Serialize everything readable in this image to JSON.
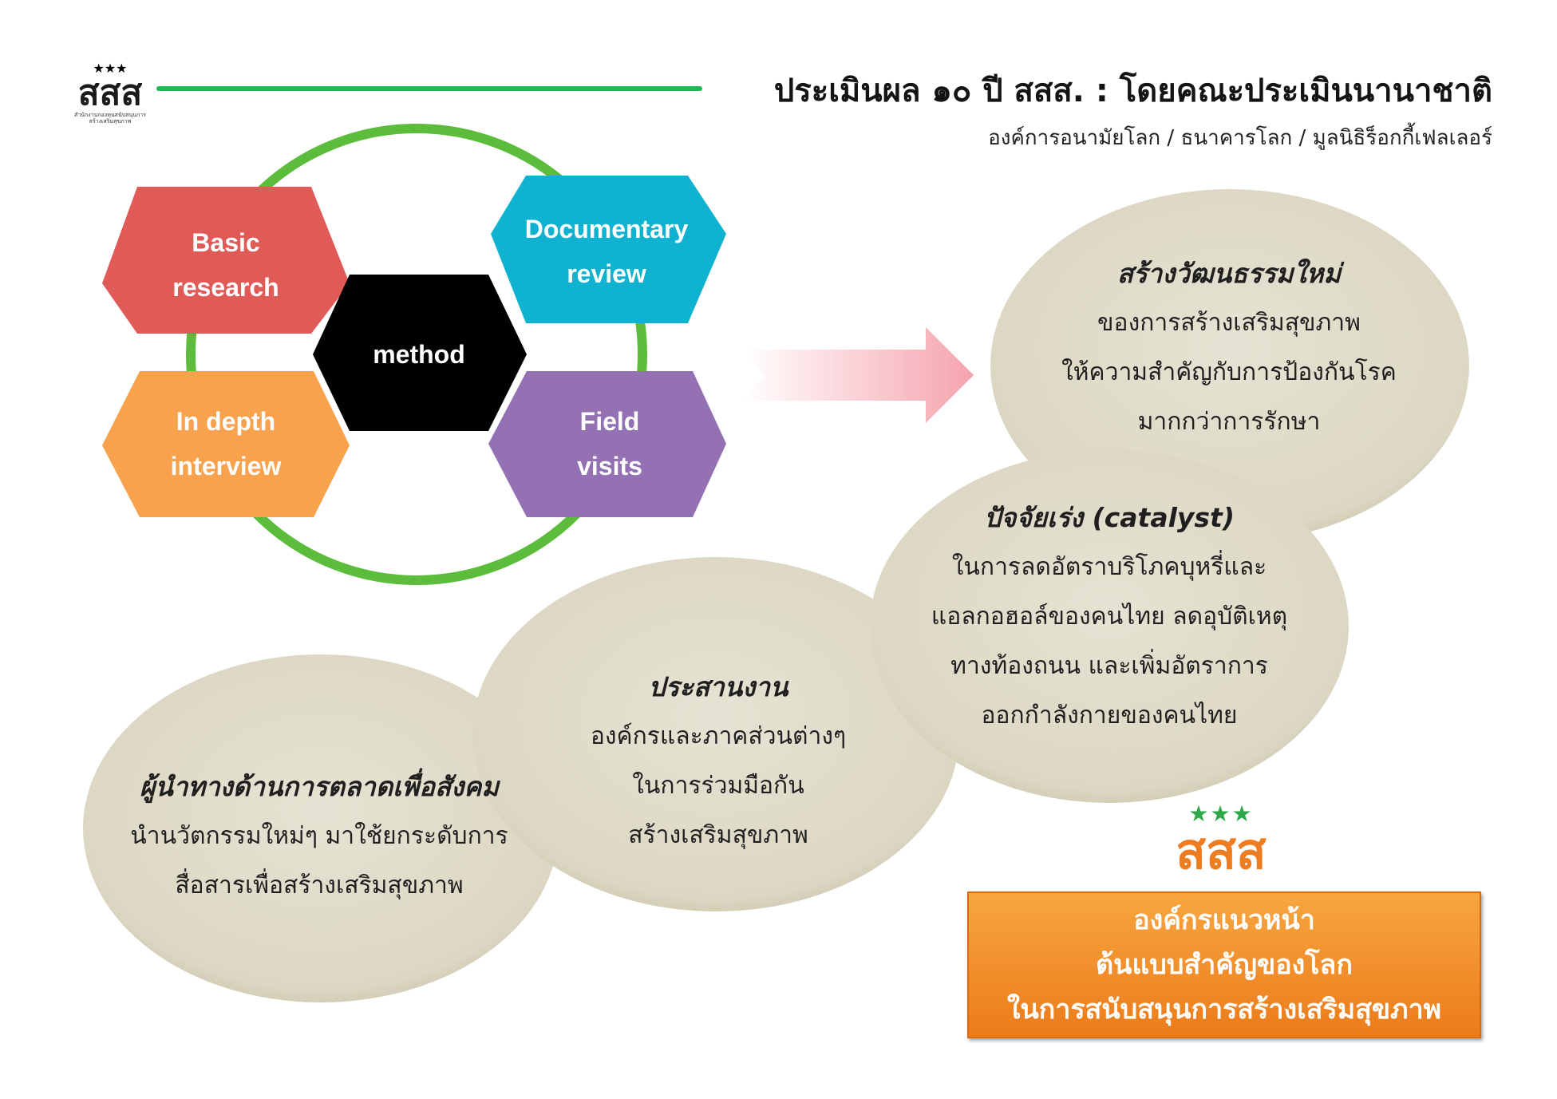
{
  "header": {
    "logo_text": "สสส",
    "logo_subtext": "สำนักงานกองทุนสนับสนุนการสร้างเสริมสุขภาพ",
    "title": "ประเมินผล ๑๐ ปี สสส. : โดยคณะประเมินนานาชาติ",
    "subtitle": "องค์การอนามัยโลก / ธนาคารโลก / มูลนิธิร็อกกี้เฟลเลอร์"
  },
  "methods": {
    "center": "method",
    "basic": [
      "Basic",
      "research"
    ],
    "documentary": [
      "Documentary",
      "review"
    ],
    "interview": [
      "In depth",
      "interview"
    ],
    "field": [
      "Field",
      "visits"
    ]
  },
  "findings": {
    "culture": {
      "heading": "สร้างวัฒนธรรมใหม่",
      "lines": [
        "ของการสร้างเสริมสุขภาพ",
        "ให้ความสำคัญกับการป้องกันโรค",
        "มากกว่าการรักษา"
      ]
    },
    "catalyst": {
      "heading": "ปัจจัยเร่ง (catalyst)",
      "lines": [
        "ในการลดอัตราบริโภคบุหรี่และ",
        "แอลกอฮอล์ของคนไทย ลดอุบัติเหตุ",
        "ทางท้องถนน และเพิ่มอัตราการ",
        "ออกกำลังกายของคนไทย"
      ]
    },
    "coordination": {
      "heading": "ประสานงาน",
      "lines": [
        "องค์กรและภาคส่วนต่างๆ",
        "ในการร่วมมือกัน",
        "สร้างเสริมสุขภาพ"
      ]
    },
    "marketing": {
      "heading": "ผู้นำทางด้านการตลาดเพื่อสังคม",
      "lines": [
        "นำนวัตกรรมใหม่ๆ มาใช้ยกระดับการ",
        "สื่อสารเพื่อสร้างเสริมสุขภาพ"
      ]
    }
  },
  "brand": {
    "logo_text": "สสส",
    "tagline": [
      "องค์กรแนวหน้า",
      "ต้นแบบสำคัญของโลก",
      "ในการสนับสนุนการสร้างเสริมสุขภาพ"
    ]
  },
  "colors": {
    "green": "#1db954",
    "red": "#e05a57",
    "cyan": "#10b3cf",
    "orange": "#f9a24e",
    "purple": "#9471b3",
    "black": "#000000",
    "ellipse": "#e0dccb",
    "brand_orange": "#ee7d22",
    "arrow_pink": "#f7b3bd"
  }
}
